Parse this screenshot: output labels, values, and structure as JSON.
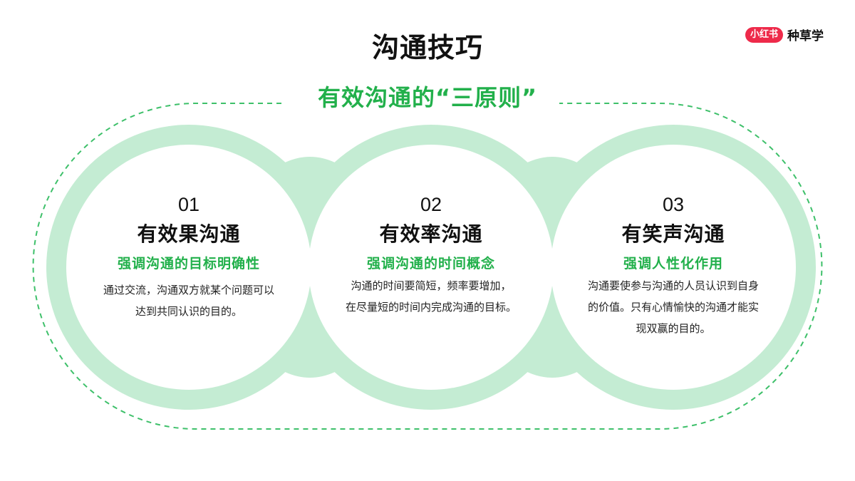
{
  "header": {
    "title": "沟通技巧",
    "subtitle": "有效沟通的“三原则”"
  },
  "logo": {
    "badge": "小红书",
    "brand": "种草学"
  },
  "colors": {
    "accent_green": "#22b04b",
    "band_green": "#c4ecd3",
    "dash_green": "#3ec06a",
    "brand_red": "#ee2a4a",
    "text_dark": "#111111"
  },
  "principles": [
    {
      "number": "01",
      "title": "有效果沟通",
      "tagline": "强调沟通的目标明确性",
      "description_lines": [
        "通过交流，沟通双方就某个问题可以",
        "达到共同认识的目的。"
      ]
    },
    {
      "number": "02",
      "title": "有效率沟通",
      "tagline": "强调沟通的时间概念",
      "description_lines": [
        "沟通的时间要简短，频率要增加，",
        "在尽量短的时间内完成沟通的目标。"
      ]
    },
    {
      "number": "03",
      "title": "有笑声沟通",
      "tagline": "强调人性化作用",
      "description_lines": [
        "沟通要使参与沟通的人员认识到自身",
        "的价值。只有心情愉快的沟通才能实",
        "现双赢的目的。"
      ]
    }
  ]
}
